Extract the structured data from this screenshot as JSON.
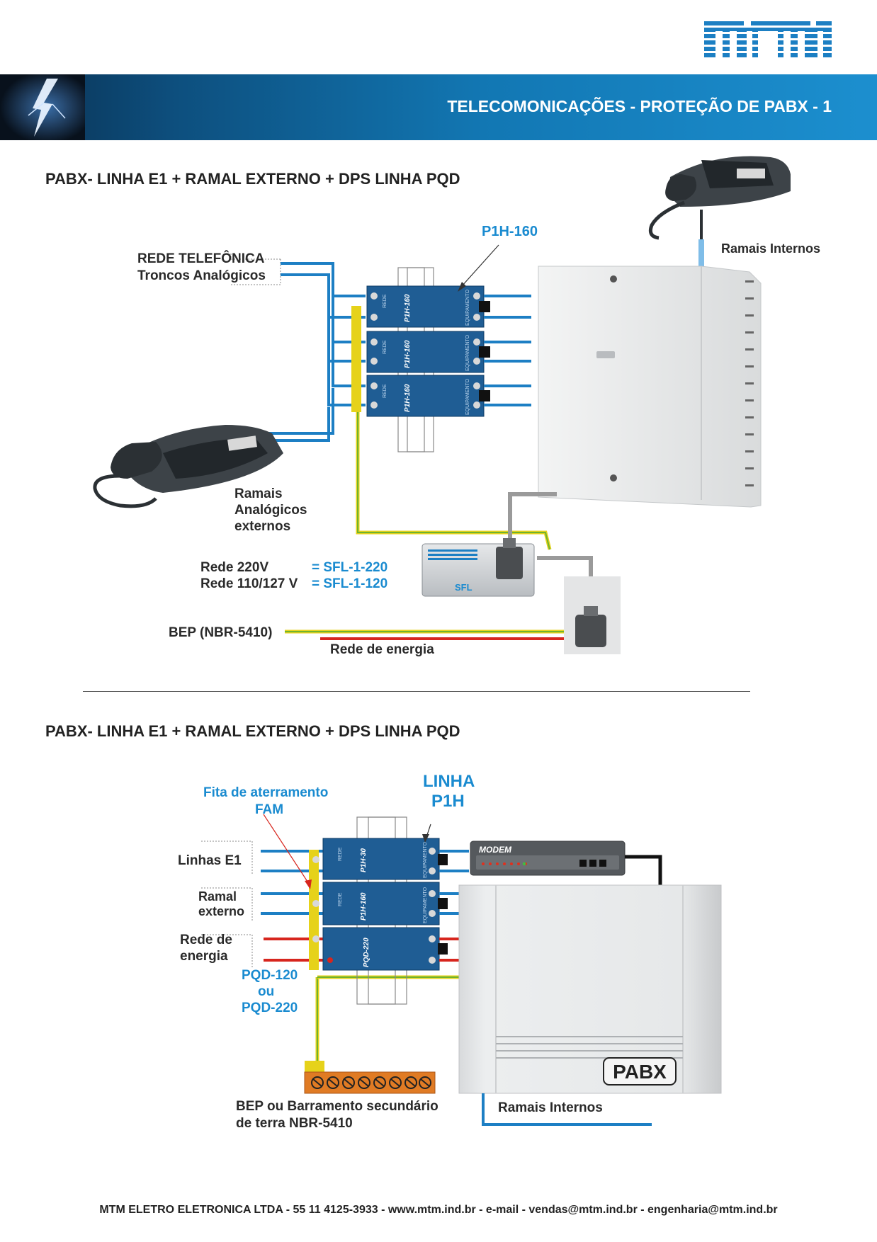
{
  "header": {
    "title": "TELECOMONICAÇÕES - PROTEÇÃO DE PABX - 1",
    "logo_icon": "mtm-logo-icon",
    "lightning_icon": "lightning-icon"
  },
  "diagram1": {
    "heading": "PABX- LINHA E1 + RAMAL EXTERNO + DPS LINHA PQD",
    "device_label": "P1H-160",
    "rede_line1": "REDE TELEFÔNICA",
    "rede_line2": "Troncos Analógicos",
    "ramais_internos": "Ramais Internos",
    "ramais_ext_1": "Ramais",
    "ramais_ext_2": "Analógicos",
    "ramais_ext_3": "externos",
    "rede220_label": "Rede 220V",
    "rede220_value": "= SFL-1-220",
    "rede110_label": "Rede 110/127 V",
    "rede110_value": "= SFL-1-120",
    "bep": "BEP (NBR-5410)",
    "energia": "Rede de energia",
    "sfl_label": "SFL",
    "module_model": "P1H-160",
    "module_side_rede": "REDE",
    "module_side_equip": "EQUIPAMENTO"
  },
  "diagram2": {
    "heading": "PABX- LINHA E1 + RAMAL EXTERNO + DPS LINHA PQD",
    "fita_1": "Fita de aterramento",
    "fita_2": "FAM",
    "linha_1": "LINHA",
    "linha_2": "P1H",
    "linhas_e1": "Linhas E1",
    "ramal_1": "Ramal",
    "ramal_2": "externo",
    "rede_1": "Rede de",
    "rede_2": "energia",
    "pqd_1": "PQD-120",
    "pqd_2": "ou",
    "pqd_3": "PQD-220",
    "bep_1": "BEP ou Barramento secundário",
    "bep_2": "de terra NBR-5410",
    "ramais_internos": "Ramais Internos",
    "modem": "MODEM",
    "pabx": "PABX",
    "module1_model": "P1H-30",
    "module2_model": "P1H-160",
    "module3_model": "PQD-220",
    "module_side_rede": "REDE",
    "module_side_equip": "EQUIPAMENTO"
  },
  "footer": "MTM ELETRO ELETRONICA LTDA - 55 11 4125-3933 - www.mtm.ind.br - e-mail - vendas@mtm.ind.br - engenharia@mtm.ind.br",
  "colors": {
    "accent_blue": "#1a8bd0",
    "wire_blue": "#1d7fc4",
    "module_blue": "#1f5d94",
    "ground_yellow": "#e6d21a",
    "ground_green": "#6fb32f",
    "energy_red": "#d7261e",
    "terminal_orange": "#e07b24"
  }
}
